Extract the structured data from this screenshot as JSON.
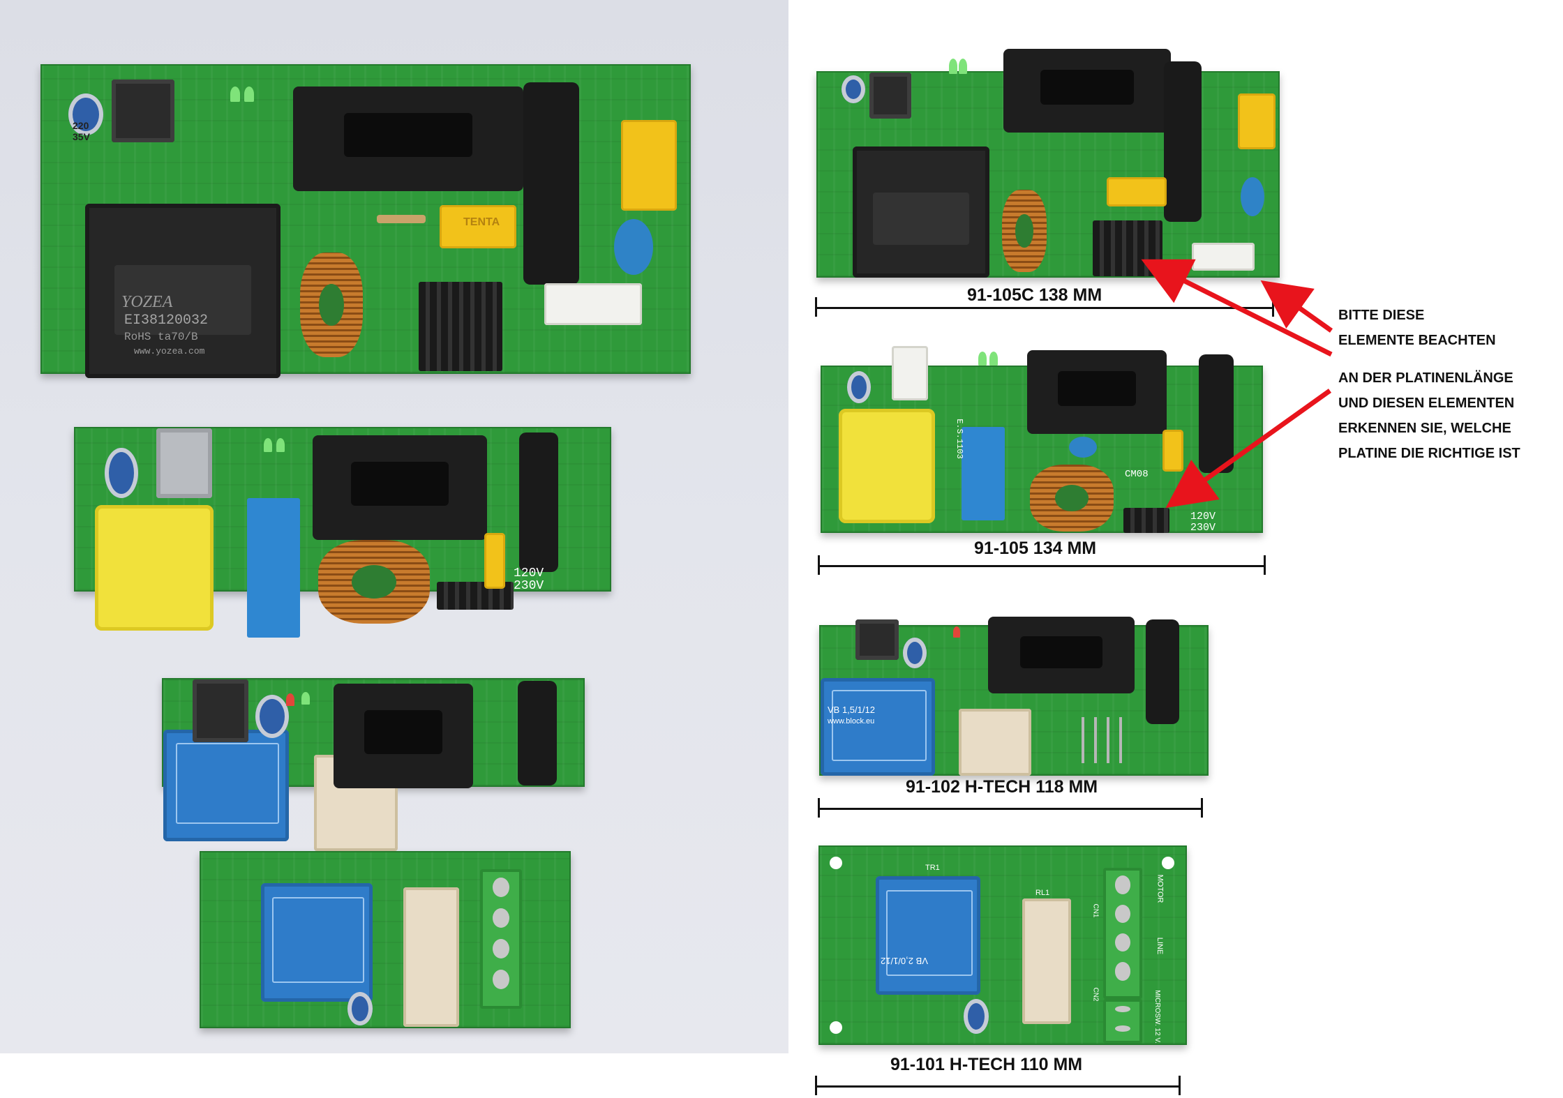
{
  "boards": [
    {
      "id": "91-105C",
      "label": "91-105C 138 MM"
    },
    {
      "id": "91-105",
      "label": "91-105 134 MM"
    },
    {
      "id": "91-102",
      "label": "91-102 H-TECH 118 MM"
    },
    {
      "id": "91-101",
      "label": "91-101 H-TECH 110 MM"
    }
  ],
  "note": {
    "line1": "BITTE DIESE",
    "line2": "ELEMENTE BEACHTEN",
    "line3": "AN DER PLATINENLÄNGE",
    "line4": "UND DIESEN ELEMENTEN",
    "line5": "ERKENNEN SIE, WELCHE",
    "line6": "PLATINE DIE RICHTIGE IST"
  },
  "component_markings": {
    "yozea_model": "EI38120032",
    "yozea_brand": "YOZEA",
    "yozea_spec": "RoHS ta70/B",
    "yozea_url": "www.yozea.com",
    "tenta": "TENTA",
    "elko": "220 35V",
    "voltage_120": "120V",
    "voltage_230": "230V",
    "es_code": "E.S.1103",
    "cm_code": "CM08",
    "block_vb_small": "VB 1,5/1/12",
    "block_vb_large": "VB 2,0/1/12",
    "block_url": "www.block.eu",
    "terminal_motor": "MOTOR",
    "terminal_line": "LINE",
    "terminal_micro": "MICROSW. 12 V.",
    "tr_label": "TR1",
    "rl_label": "RL1",
    "cn1": "CN1",
    "cn2": "CN2"
  },
  "colors": {
    "pcb_green": "#2f9a3a",
    "arrow_red": "#e8141c",
    "photo_background": "#e3e5ec"
  }
}
